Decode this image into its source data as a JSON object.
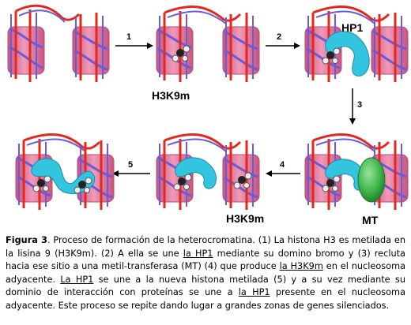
{
  "labels": {
    "h3k9m_top": "H3K9m",
    "hp1": "HP1",
    "h3k9m_bottom": "H3K9m",
    "mt": "MT"
  },
  "steps": [
    "1",
    "2",
    "3",
    "4",
    "5"
  ],
  "colors": {
    "nucleosome": "#e8789e",
    "nucleosome_dark": "#b84c72",
    "dna_red": "#e3281e",
    "dna_blue": "#6b5bd6",
    "hp1": "#33c4e0",
    "mt": "#3fb54a"
  },
  "caption": {
    "title": "Figura 3",
    "text": [
      ". Proceso de formación de la heterocromatina. (1) La histona H3 es metilada en la lisina 9 (H3K9m). (2) A ella se une ",
      "la HP1",
      " mediante su domino bromo y (3) recluta hacia ese sitio a una metil-transferasa (MT) (4) que produce ",
      "la H3K9m",
      " en el nucleosoma adyacente. ",
      "La HP1",
      " se une a la nueva histona metilada (5) y a su vez mediante su dominio de interacción con proteínas se une a ",
      "la HP1",
      " presente en el nucleosoma adyacente. Este proceso se repite dando lugar a grandes zonas de genes silenciados."
    ]
  }
}
